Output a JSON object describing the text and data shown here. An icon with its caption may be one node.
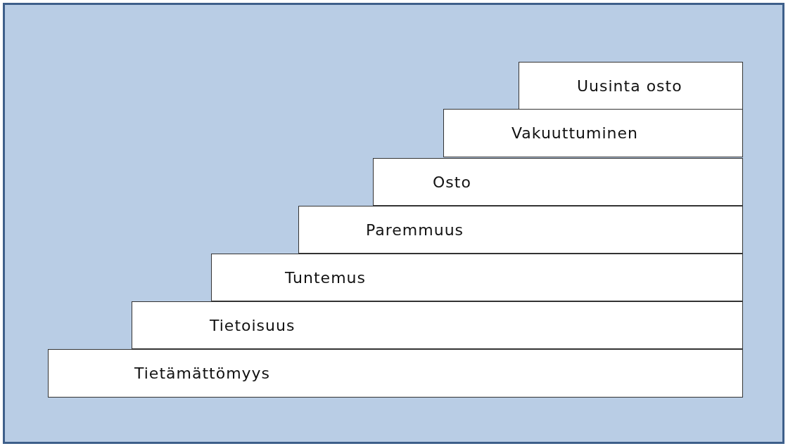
{
  "diagram": {
    "nodes": [
      {
        "text": [
          "Uusinta osto"
        ]
      },
      {
        "text": [
          "Vakuuttuminen"
        ]
      },
      {
        "text": [
          "Osto"
        ]
      },
      {
        "text": [
          "Paremmuus"
        ]
      },
      {
        "text": [
          "Tuntemus"
        ]
      },
      {
        "text": [
          "Tietoisuus"
        ]
      },
      {
        "text": [
          "Tietämättömyys"
        ]
      }
    ]
  }
}
